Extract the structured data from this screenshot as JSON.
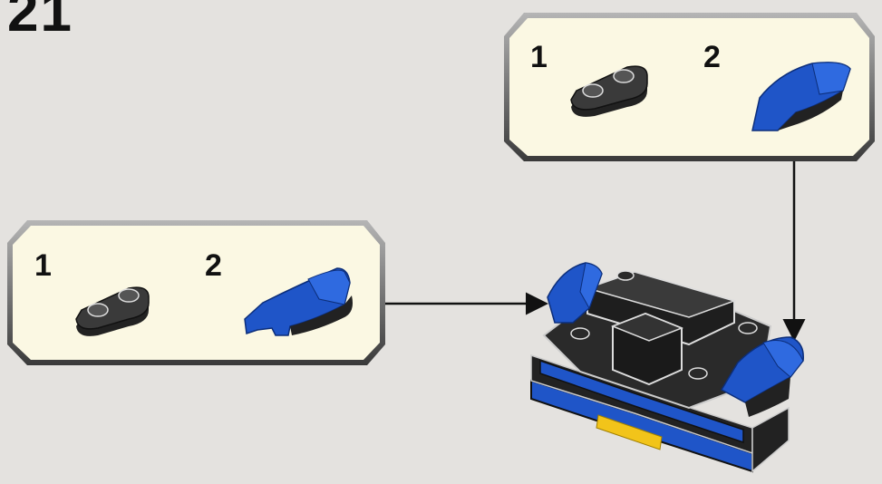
{
  "step": {
    "number": "21"
  },
  "callouts": [
    {
      "id": "top-right",
      "items": [
        {
          "label": "1",
          "part": "plate-1x2-round-dark-gray"
        },
        {
          "label": "2",
          "part": "wedge-curved-blue"
        }
      ]
    },
    {
      "id": "left",
      "items": [
        {
          "label": "1",
          "part": "plate-1x2-round-dark-gray"
        },
        {
          "label": "2",
          "part": "wedge-curved-blue"
        }
      ]
    }
  ],
  "colors": {
    "background": "#e4e2df",
    "callout_fill": "#fbf8e3",
    "callout_border": "#3a3a3a",
    "brick_blue": "#1f55c8",
    "brick_black": "#222222",
    "brick_dark_gray": "#2a2a2a",
    "brick_yellow": "#f2c41a",
    "arrow": "#111111"
  }
}
